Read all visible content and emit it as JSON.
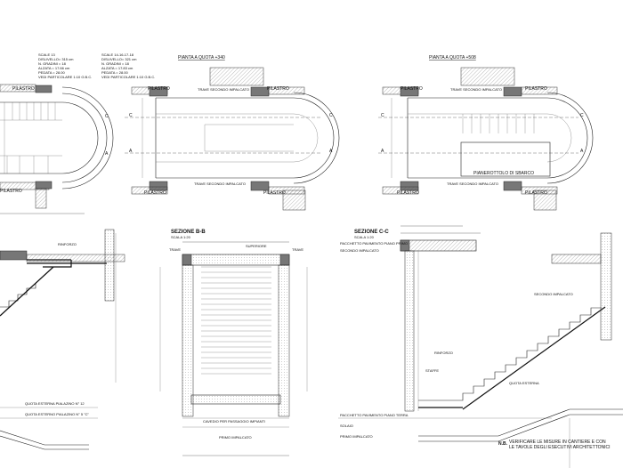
{
  "plan_notes": {
    "left": [
      "SCALE 13",
      "DISLIVELLO= 315 cm",
      "N. GRADINI = 18",
      "ALZATA = 17.66 cm",
      "PEDATA = 28.00",
      "VEDI PARTICOLARE 1:10 G.B.C."
    ],
    "right": [
      "SCALE 14-16-17-18",
      "DISLIVELLO= 321 cm",
      "N. GRADINI = 18",
      "ALZATA = 17.83 cm",
      "PEDATA = 28.00",
      "VEDI PARTICOLARE 1:10 G.B.C."
    ]
  },
  "plan_titles": {
    "mid": "PIANTA A QUOTA +340",
    "right": "PIANTA A QUOTA +508"
  },
  "labels": {
    "pilastro": "PILASTRO",
    "trave_secondo": "TRAVE SECONDO IMPALCATO",
    "pianerottolo": "PIANEROTTOLO DI SBARCO",
    "sezione_bb": "SEZIONE B-B",
    "sezione_cc": "SEZIONE C-C",
    "scala": "SCALA 1:20",
    "superiore": "SUPERIORE",
    "trave": "TRAVE",
    "cavedio": "CAVEDIO PER PASSAGGIO IMPIANTI",
    "primo_impalcato": "PRIMO IMPALCATO",
    "secondo_impalcato": "SECONDO IMPALCATO",
    "pacchetto_1": "PACCHETTO PAVIMENTO PIANO PRIMO",
    "pacchetto_t": "PACCHETTO PAVIMENTO PIANO TERRA",
    "quota_esterna": "QUOTA ESTERNA",
    "solaio": "SOLAIO",
    "staffe": "STAFFE",
    "rinforzo": "RINFORZO",
    "quota_int": "QUOTA ESTERNA PIALAZINO N° 12",
    "quota_est": "QUOTA ESTERNO PIALAZINO N° 5 \"C\"",
    "note_ne": "N.B.",
    "note_text": "VERIFICARE LE MISURE IN CANTIERE E CON LE TAVOLE DEGLI ESECUTIVI ARCHITETTONICI"
  },
  "section_marks": {
    "a": "A",
    "c": "C"
  }
}
